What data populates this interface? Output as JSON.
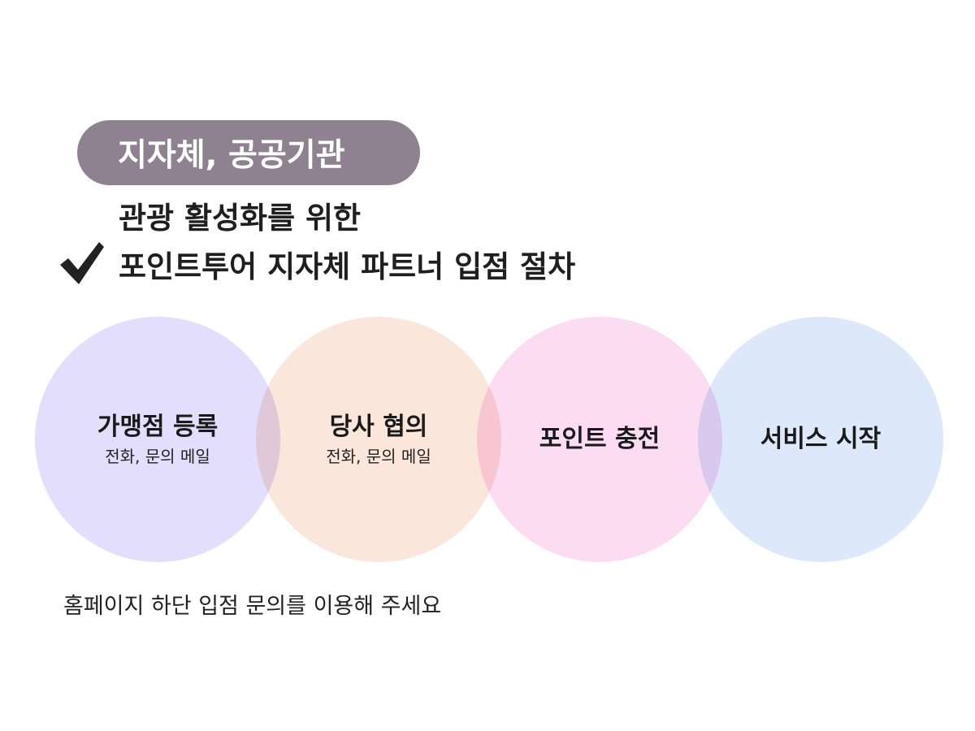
{
  "badge": {
    "label": "지자체, 공공기관",
    "color": "#8f8290"
  },
  "headline": {
    "line1": "관광 활성화를 위한",
    "line2": "포인트투어 지자체 파트너 입점 절차",
    "check_icon": "check-mark-icon"
  },
  "steps": [
    {
      "title": "가맹점 등록",
      "subtitle": "전화, 문의 메일",
      "color": "#e3defb"
    },
    {
      "title": "당사 협의",
      "subtitle": "전화, 문의 메일",
      "color": "#fbe6dc"
    },
    {
      "title": "포인트 충전",
      "subtitle": "",
      "color": "#fbdcf3"
    },
    {
      "title": "서비스 시작",
      "subtitle": "",
      "color": "#dde9fa"
    }
  ],
  "footnote": "홈페이지 하단 입점 문의를 이용해 주세요"
}
